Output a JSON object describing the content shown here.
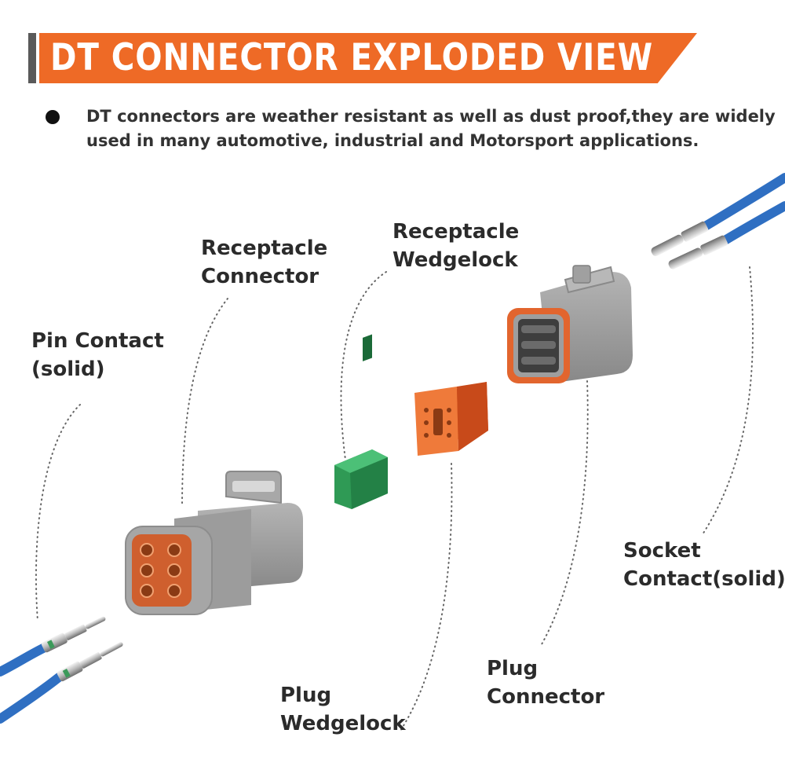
{
  "header": {
    "title": "DT CONNECTOR EXPLODED VIEW",
    "accent_color": "#ee6a26"
  },
  "intro": {
    "line1": "DT connectors are weather resistant as well as dust proof,they are widely",
    "line2": "used in many automotive, industrial and Motorsport applications."
  },
  "labels": {
    "receptacle_connector": {
      "line1": "Receptacle",
      "line2": "Connector"
    },
    "receptacle_wedgelock": {
      "line1": "Receptacle",
      "line2": "Wedgelock"
    },
    "pin_contact": {
      "line1": "Pin Contact",
      "line2": "(solid)"
    },
    "socket_contact": {
      "line1": "Socket",
      "line2": "Contact(solid)"
    },
    "plug_connector": {
      "line1": "Plug",
      "line2": "Connector"
    },
    "plug_wedgelock": {
      "line1": "Plug",
      "line2": "Wedgelock"
    }
  },
  "colors": {
    "housing_gray": "#9d9d9d",
    "seal_orange": "#e2652e",
    "wedgelock_green": "#2f9a55",
    "wire_blue": "#2f6fc2"
  }
}
